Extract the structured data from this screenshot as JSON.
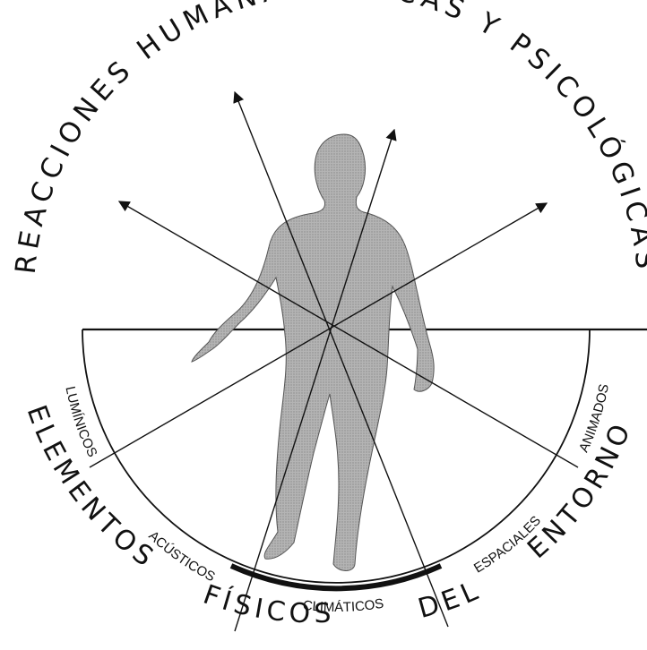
{
  "top_arc_title": "REACCIONES HUMANAS FÍSICAS Y PSICOLÓGICAS",
  "bottom_words": {
    "left": "ELEMENTOS",
    "center": "FÍSICOS",
    "right_del": "DEL",
    "right": "ENTORNO"
  },
  "sectors": [
    "LUMÍNICOS",
    "ACÚSTICOS",
    "CLIMÁTICOS",
    "ESPACIALES",
    "ANIMADOS"
  ],
  "colors": {
    "ink": "#111111",
    "figure_fill": "#a9a9a9",
    "highlight_arc": "#111111"
  }
}
